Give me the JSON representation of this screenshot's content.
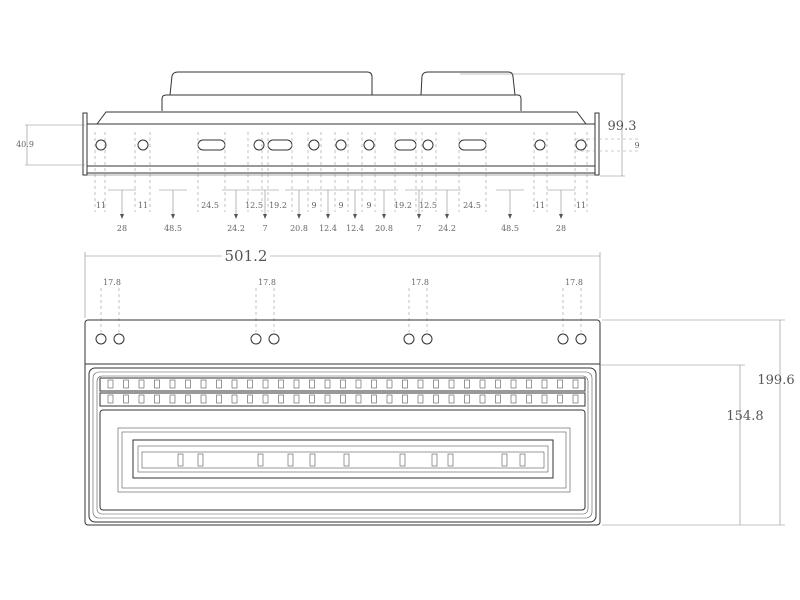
{
  "top_view": {
    "height_left": "40.9",
    "total_height": "99.3",
    "hole_dia": "9",
    "dims_row1": [
      "11",
      "11",
      "24.5",
      "12.5",
      "19.2",
      "9",
      "9",
      "9",
      "19.2",
      "12.5",
      "24.5",
      "11",
      "11"
    ],
    "dims_row2": [
      "28",
      "48.5",
      "24.2",
      "7",
      "20.8",
      "12.4",
      "12.4",
      "20.8",
      "7",
      "24.2",
      "48.5",
      "28"
    ]
  },
  "front_view": {
    "overall_width": "501.2",
    "pair_spacing": [
      "17.8",
      "17.8",
      "17.8",
      "17.8"
    ],
    "overall_height": "199.6",
    "lens_height": "154.8"
  }
}
